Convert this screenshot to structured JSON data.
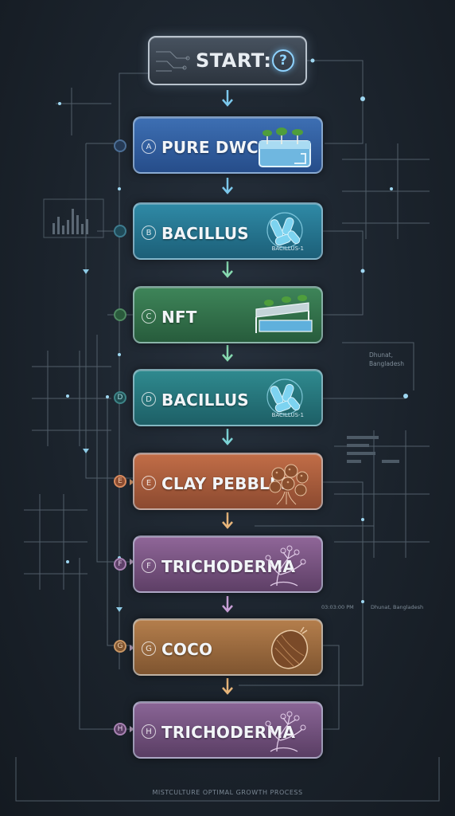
{
  "start": {
    "label": "START:",
    "question": "?"
  },
  "steps": [
    {
      "letter": "A",
      "label": "PURE DWC",
      "icon": "hydroponic-dwc-icon",
      "icon_text": ""
    },
    {
      "letter": "B",
      "label": "BACILLUS",
      "icon": "bacteria-icon",
      "icon_text": "BACILLUS-1"
    },
    {
      "letter": "C",
      "label": "NFT",
      "icon": "nft-channel-icon",
      "icon_text": ""
    },
    {
      "letter": "D",
      "label": "BACILLUS",
      "icon": "bacteria-icon",
      "icon_text": "BACILLUS-1"
    },
    {
      "letter": "E",
      "label": "CLAY PEBBLES",
      "icon": "clay-pebbles-icon",
      "icon_text": ""
    },
    {
      "letter": "F",
      "label": "TRICHODERMA",
      "icon": "fungus-icon",
      "icon_text": ""
    },
    {
      "letter": "G",
      "label": "COCO",
      "icon": "coconut-icon",
      "icon_text": ""
    },
    {
      "letter": "H",
      "label": "TRICHODERMA",
      "icon": "fungus-icon",
      "icon_text": ""
    }
  ],
  "notes": {
    "location_1": "Dhunat, Bangladesh",
    "time": "03:03:00 PM",
    "location_2": "Dhunat, Bangladesh"
  },
  "footer": "MISTCULTURE OPTIMAL GROWTH PROCESS",
  "colors": {
    "A": "#2f5a9c",
    "B": "#237089",
    "C": "#2f6a48",
    "D": "#246c75",
    "E": "#a65a3c",
    "F": "#7b5382",
    "G": "#9a6a40",
    "H": "#74537e"
  }
}
